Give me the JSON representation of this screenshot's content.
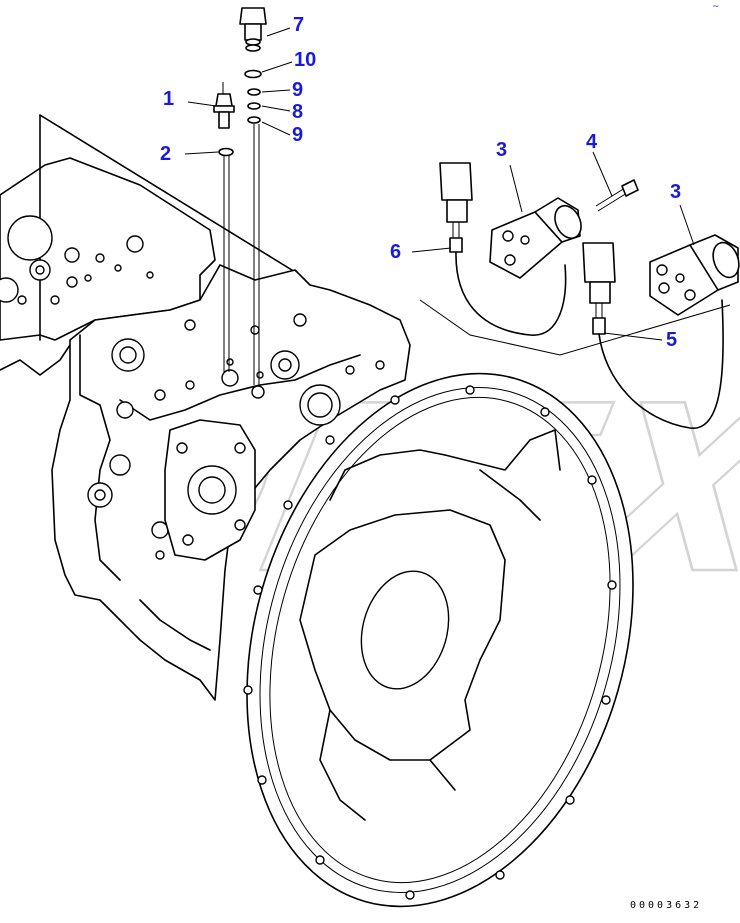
{
  "diagram": {
    "accent_color": "#1a1adf",
    "doc_number": "00003632",
    "corner_mark": "~",
    "callouts": [
      {
        "id": "c7",
        "text": "7"
      },
      {
        "id": "c10",
        "text": "10"
      },
      {
        "id": "c9a",
        "text": "9"
      },
      {
        "id": "c1",
        "text": "1"
      },
      {
        "id": "c8",
        "text": "8"
      },
      {
        "id": "c9b",
        "text": "9"
      },
      {
        "id": "c2",
        "text": "2"
      },
      {
        "id": "c3a",
        "text": "3"
      },
      {
        "id": "c4",
        "text": "4"
      },
      {
        "id": "c3b",
        "text": "3"
      },
      {
        "id": "c6",
        "text": "6"
      },
      {
        "id": "c5",
        "text": "5"
      }
    ],
    "watermark": "OPEX"
  }
}
